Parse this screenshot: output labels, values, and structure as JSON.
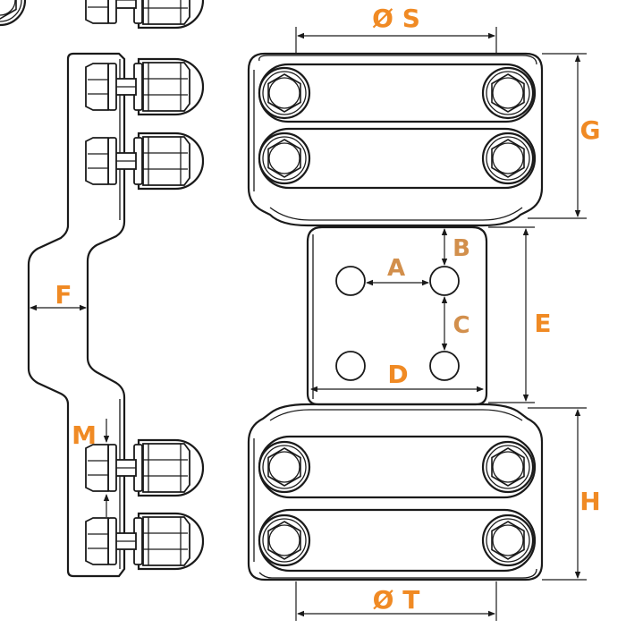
{
  "labels": {
    "S": "Ø S",
    "T": "Ø T",
    "G": "G",
    "H": "H",
    "E": "E",
    "F": "F",
    "M": "M",
    "A": "A",
    "B": "B",
    "C": "C",
    "D": "D"
  },
  "colors": {
    "label_orange": "#f08a24",
    "label_tan": "#d28f4c",
    "line": "#1a1a1a"
  }
}
